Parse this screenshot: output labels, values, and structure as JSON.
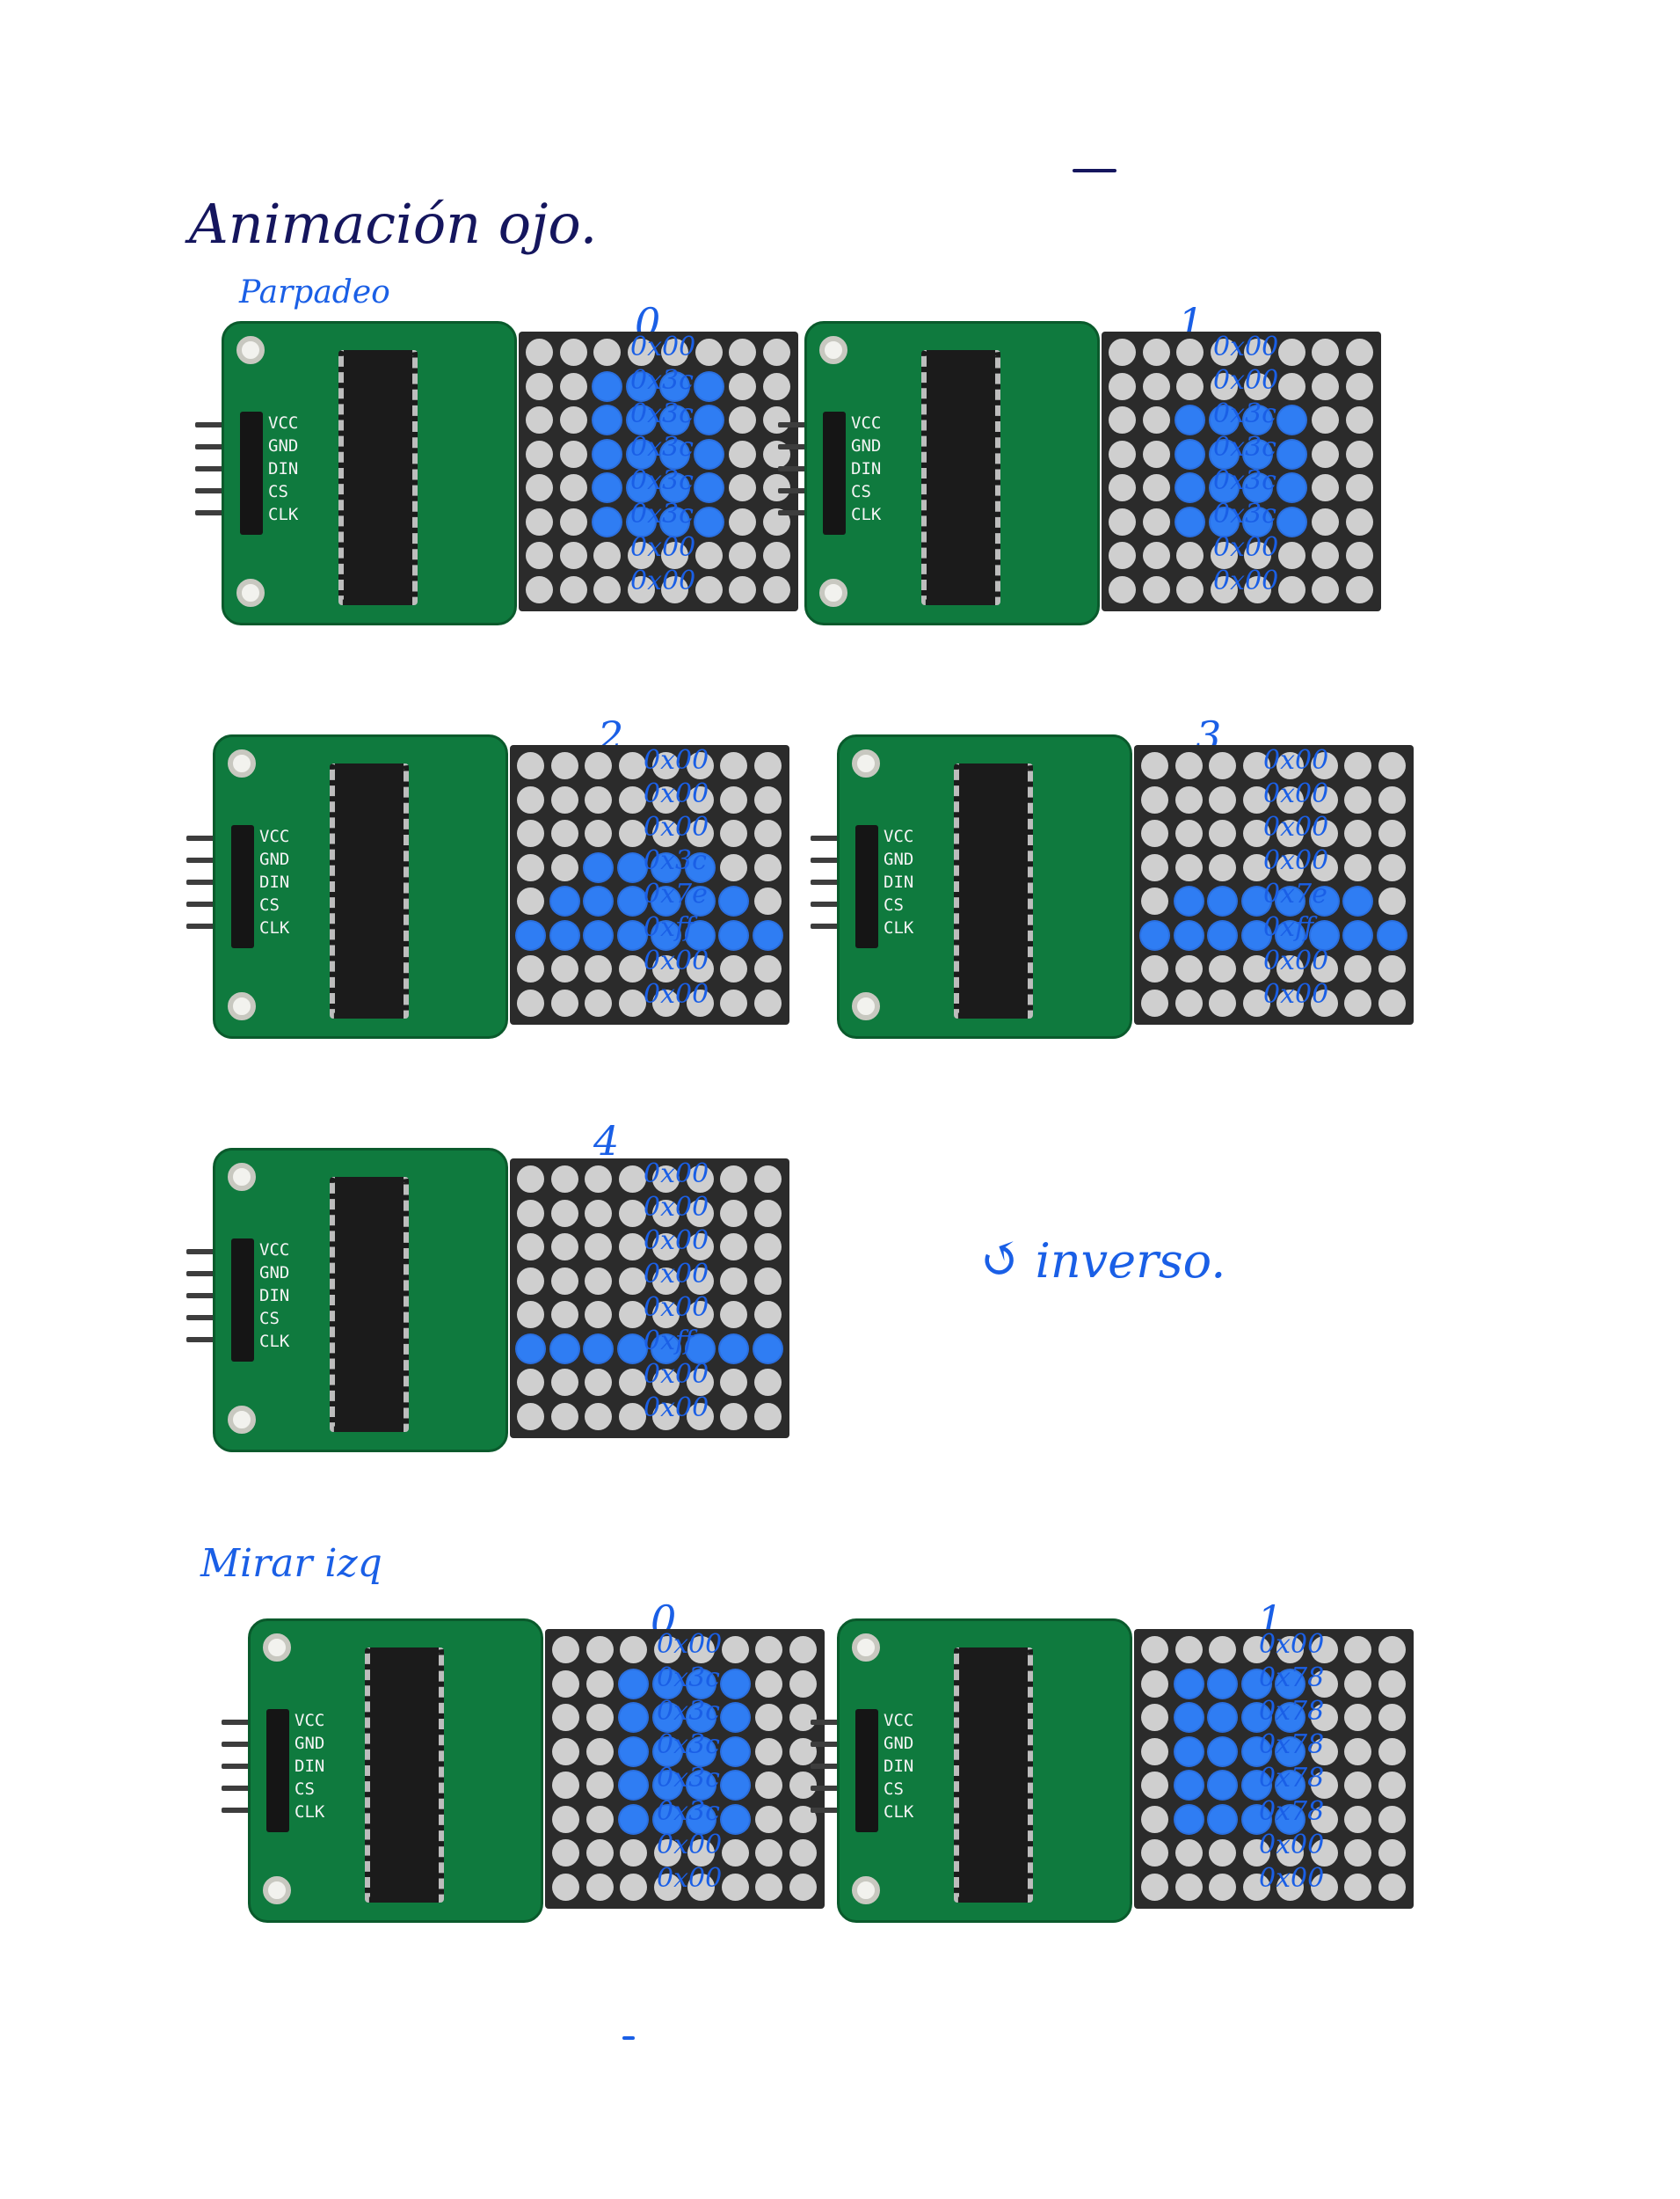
{
  "page": {
    "title": "Animación ojo.",
    "subtitle": "Parpadeo",
    "section2": "Mirar izq",
    "inverso": "inverso."
  },
  "colors": {
    "ink": "#15165e",
    "marker": "#1a5fe6",
    "led_on": "#2f7df3",
    "led_off": "#cfcfcf",
    "pcb": "#0f7a3e"
  },
  "module_labels": {
    "pins": [
      "VCC",
      "GND",
      "DIN",
      "CS",
      "CLK"
    ]
  },
  "frames": [
    {
      "number": "0",
      "hex": [
        "0x00",
        "0x3c",
        "0x3c",
        "0x3c",
        "0x3c",
        "0x3c",
        "0x00",
        "0x00"
      ]
    },
    {
      "number": "1",
      "hex": [
        "0x00",
        "0x00",
        "0x3c",
        "0x3c",
        "0x3c",
        "0x3c",
        "0x00",
        "0x00"
      ]
    },
    {
      "number": "2",
      "hex": [
        "0x00",
        "0x00",
        "0x00",
        "0x3c",
        "0x7e",
        "0xff",
        "0x00",
        "0x00"
      ]
    },
    {
      "number": "3",
      "hex": [
        "0x00",
        "0x00",
        "0x00",
        "0x00",
        "0x7e",
        "0xff",
        "0x00",
        "0x00"
      ]
    },
    {
      "number": "4",
      "hex": [
        "0x00",
        "0x00",
        "0x00",
        "0x00",
        "0x00",
        "0xff",
        "0x00",
        "0x00"
      ]
    },
    {
      "number": "0",
      "hex": [
        "0x00",
        "0x3c",
        "0x3c",
        "0x3c",
        "0x3c",
        "0x3c",
        "0x00",
        "0x00"
      ]
    },
    {
      "number": "1",
      "hex": [
        "0x00",
        "0x78",
        "0x78",
        "0x78",
        "0x78",
        "0x78",
        "0x00",
        "0x00"
      ]
    }
  ],
  "led_rows": [
    [
      0,
      60,
      60,
      60,
      60,
      60,
      0,
      0
    ],
    [
      0,
      0,
      60,
      60,
      60,
      60,
      0,
      0
    ],
    [
      0,
      0,
      0,
      60,
      126,
      255,
      0,
      0
    ],
    [
      0,
      0,
      0,
      0,
      126,
      255,
      0,
      0
    ],
    [
      0,
      0,
      0,
      0,
      0,
      255,
      0,
      0
    ],
    [
      0,
      60,
      60,
      60,
      60,
      60,
      0,
      0
    ],
    [
      0,
      120,
      120,
      120,
      120,
      120,
      0,
      0
    ]
  ]
}
